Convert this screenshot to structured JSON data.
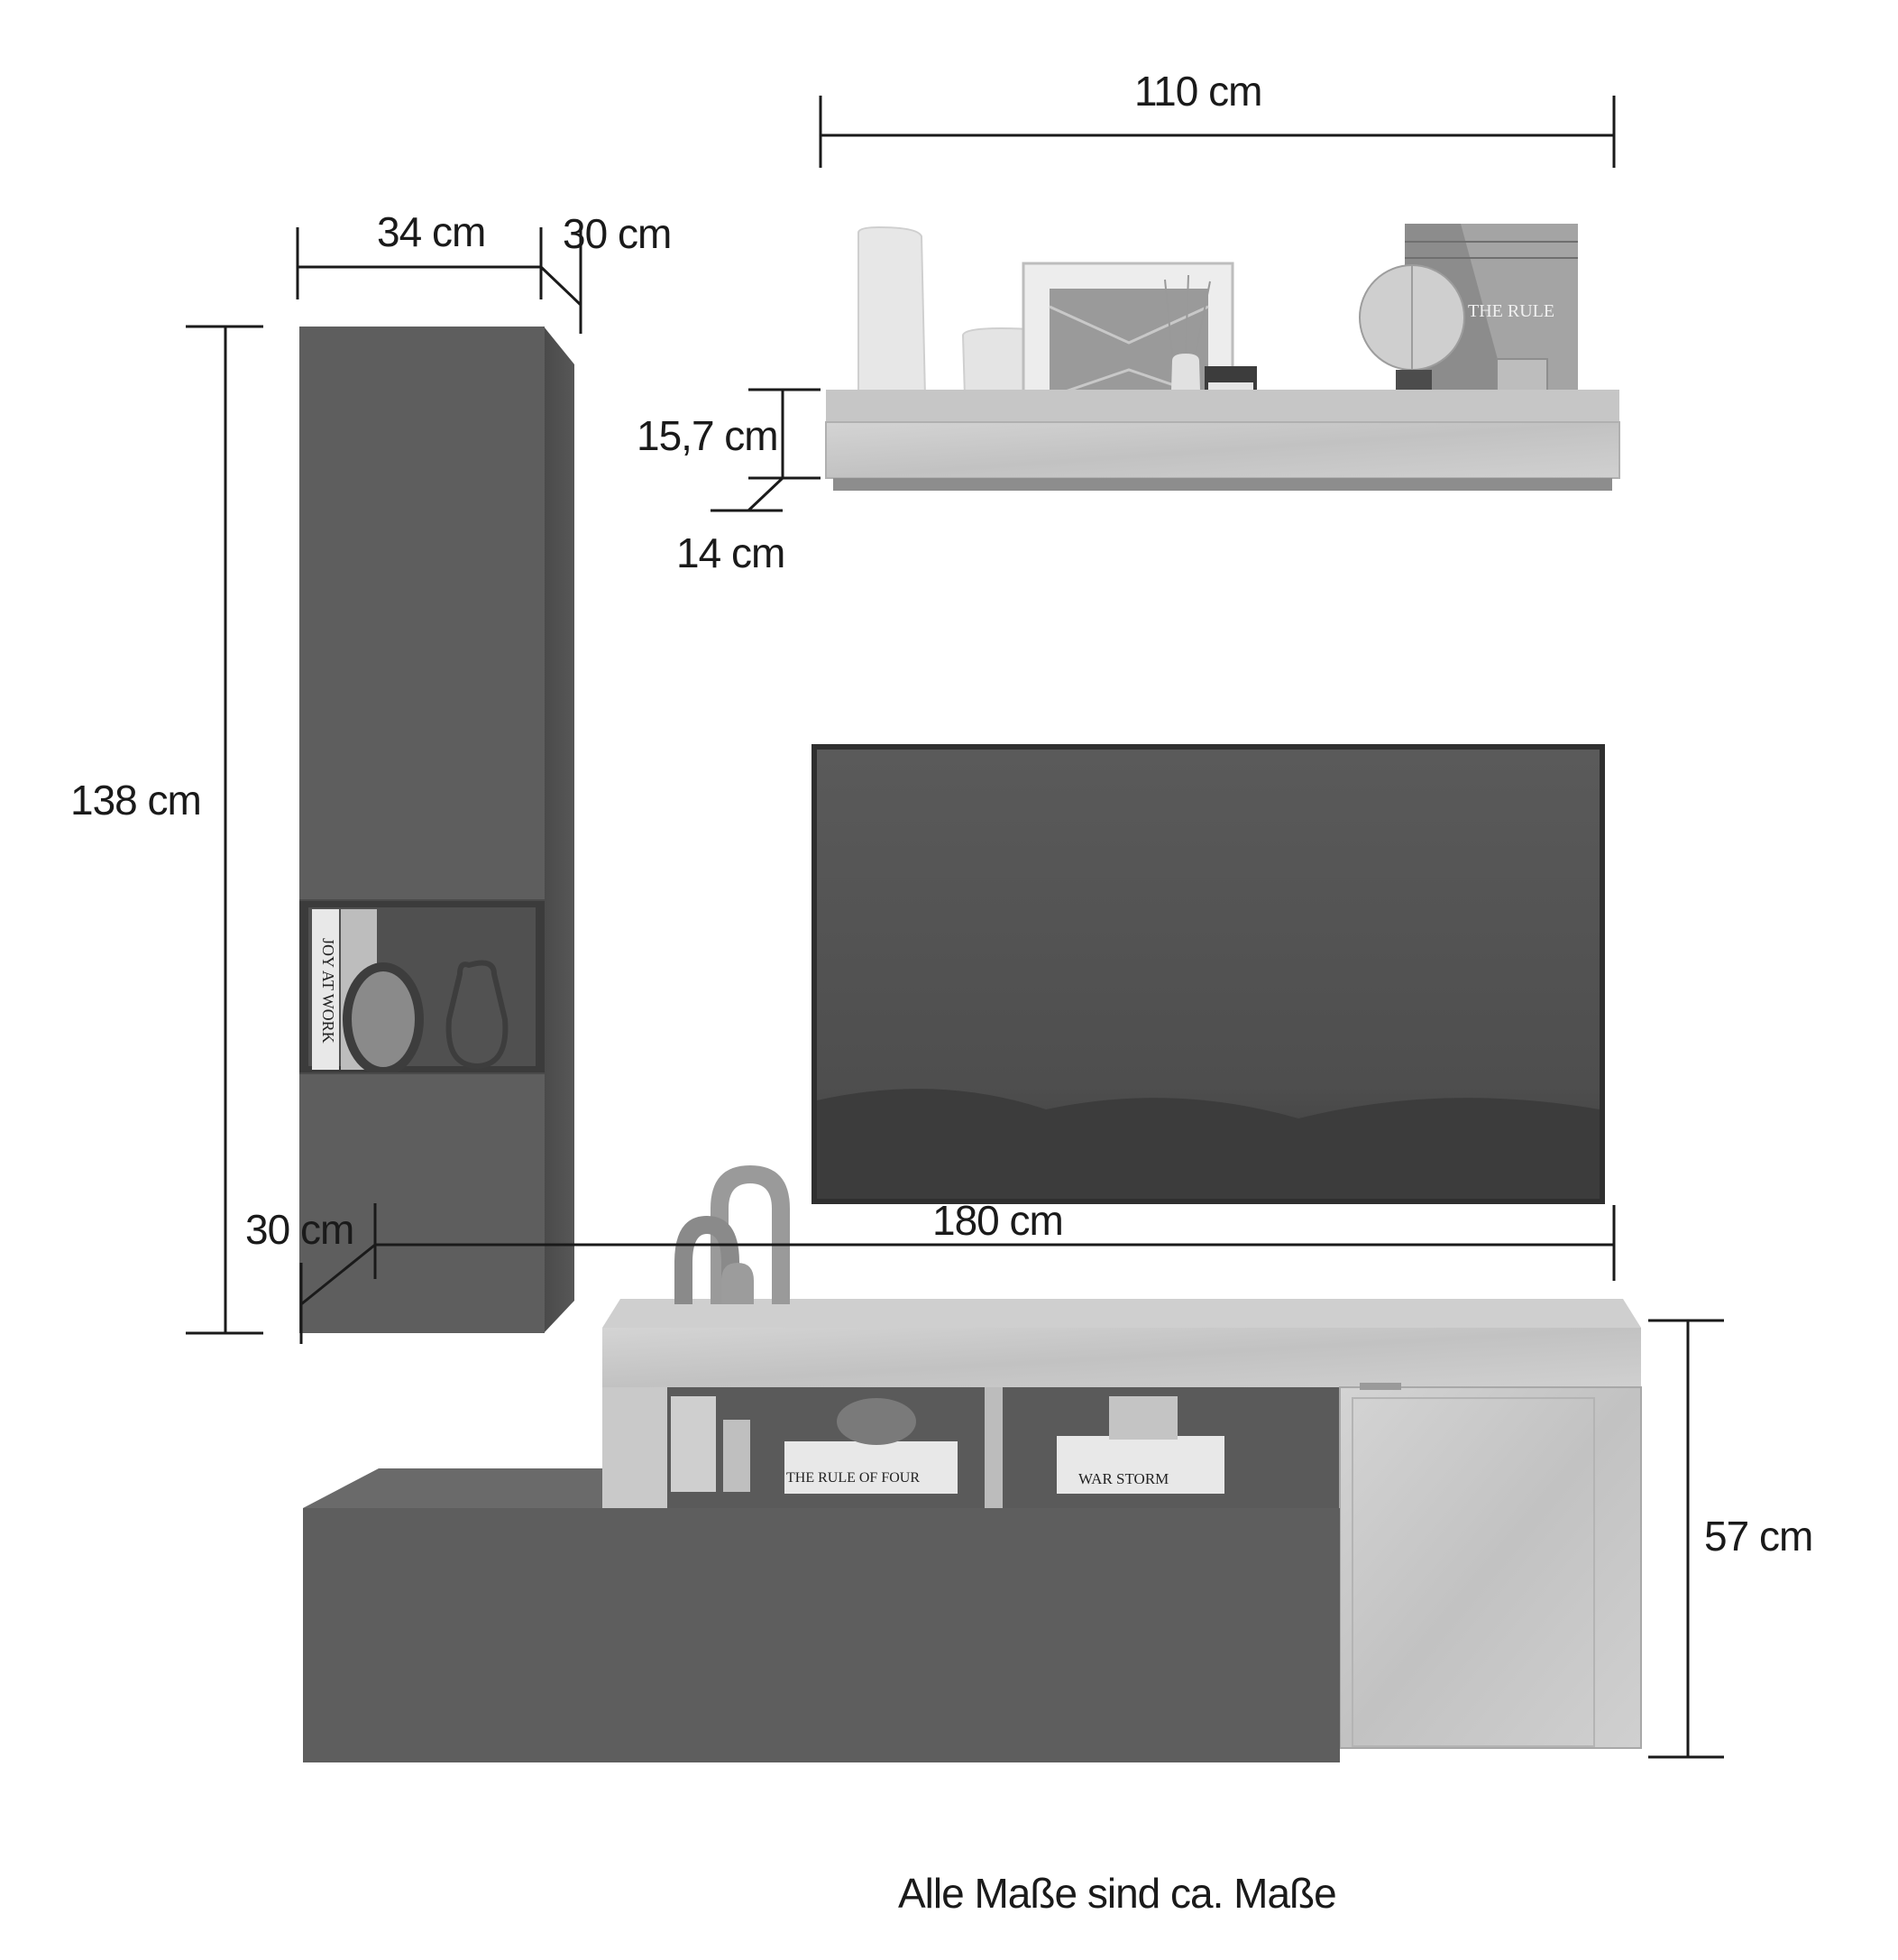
{
  "dimensions": {
    "shelf_width": "110 cm",
    "shelf_height": "15,7 cm",
    "shelf_depth": "14 cm",
    "tall_cabinet_width": "34 cm",
    "tall_cabinet_depth": "30 cm",
    "tall_cabinet_height": "138 cm",
    "lowboard_depth": "30 cm",
    "lowboard_width": "180 cm",
    "lowboard_height": "57 cm"
  },
  "book_spines": {
    "cabinet_book": "JOY AT WORK",
    "shelf_book_cover": "THE RULE",
    "lowboard_book_1": "THE RULE OF FOUR",
    "lowboard_book_2": "WAR STORM"
  },
  "footnote": "Alle Maße sind ca. Maße",
  "colors": {
    "dark_body": "#5e5e5e",
    "light_concrete": "#c9c9c9",
    "tv_screen": "#545454",
    "line": "#1a1a1a"
  }
}
